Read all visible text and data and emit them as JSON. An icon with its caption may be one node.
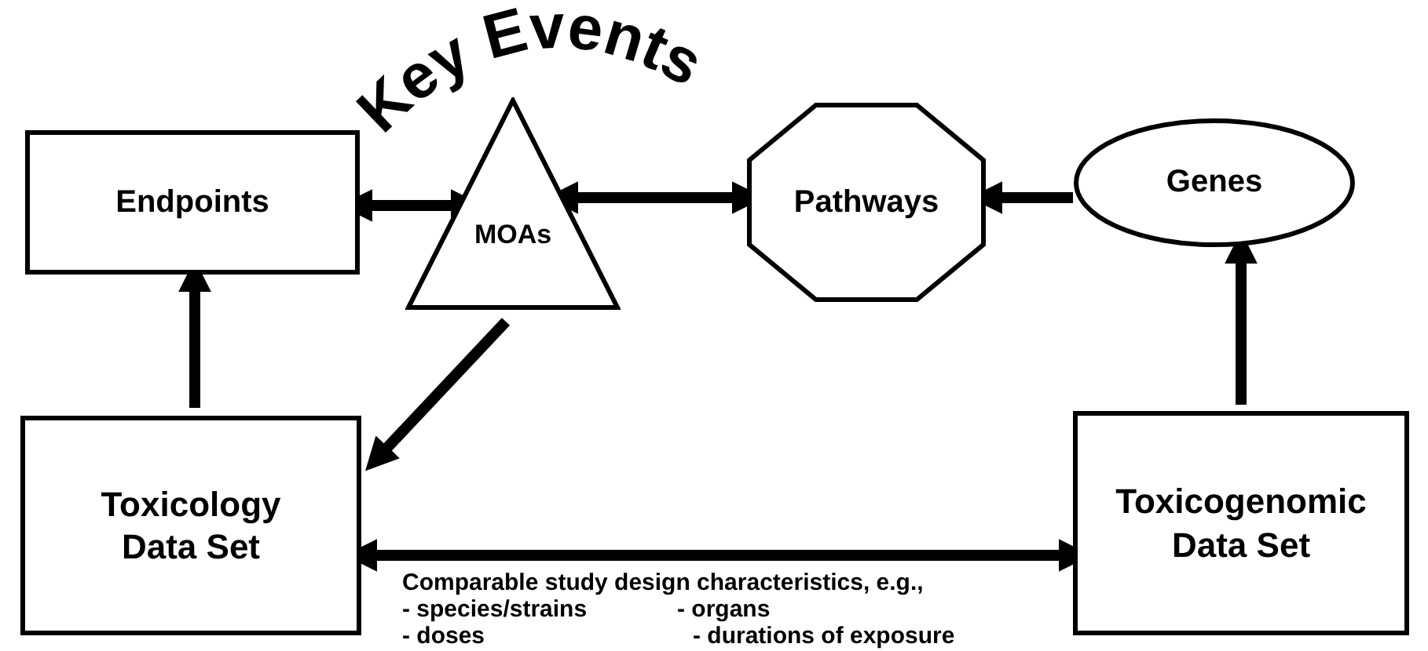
{
  "diagram": {
    "title": "Key Events",
    "nodes": [
      {
        "text": [
          "Endpoints"
        ]
      },
      {
        "text": [
          "MOAs"
        ]
      },
      {
        "text": [
          "Pathways"
        ]
      },
      {
        "text": [
          "Genes"
        ]
      },
      {
        "text": [
          "Toxicology Data Set"
        ]
      },
      {
        "text": [
          "Toxicogenomic Data Set"
        ]
      }
    ],
    "edges": [
      {
        "from": 0,
        "to": 1,
        "arrow": "both"
      },
      {
        "from": 1,
        "to": 2,
        "arrow": "both"
      },
      {
        "from": 3,
        "to": 2,
        "arrow": "to"
      },
      {
        "from": 4,
        "to": 0,
        "arrow": "to"
      },
      {
        "from": 1,
        "to": 4,
        "arrow": "to"
      },
      {
        "from": 5,
        "to": 3,
        "arrow": "to"
      },
      {
        "from": 4,
        "to": 5,
        "arrow": "both"
      }
    ],
    "labels": [
      "Comparable study design characteristics, e.g.,",
      "- species/strains",
      "- organs",
      "- doses",
      "- durations of exposure"
    ]
  }
}
